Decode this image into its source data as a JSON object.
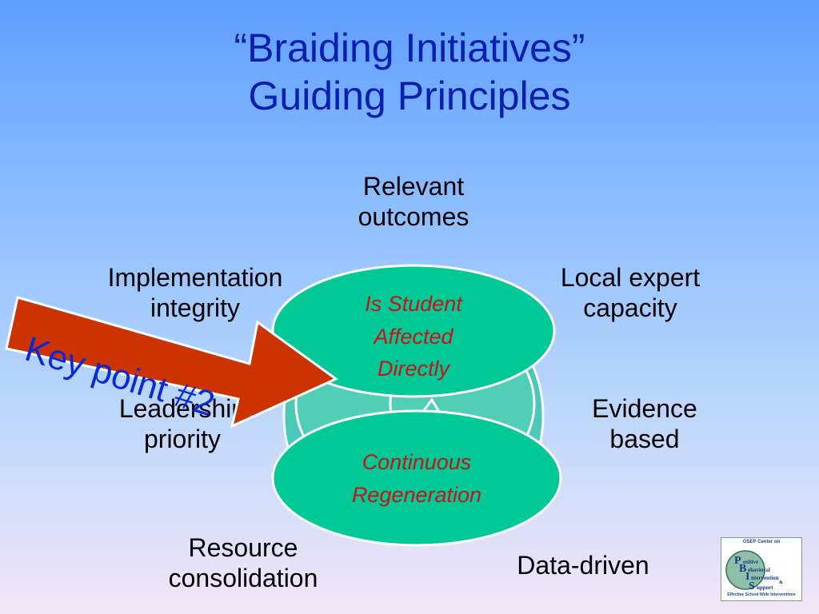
{
  "title": {
    "line1": "“Braiding Initiatives”",
    "line2": "Guiding Principles"
  },
  "labels": {
    "relevant_1": "Relevant",
    "relevant_2": "outcomes",
    "impl_1": "Implementation",
    "impl_2": "integrity",
    "local_1": "Local expert",
    "local_2": "capacity",
    "leader_1": "Leadership",
    "leader_2": "priority",
    "evidence_1": "Evidence",
    "evidence_2": "based",
    "resource_1": "Resource",
    "resource_2": "consolidation",
    "data_driven": "Data-driven"
  },
  "bubbles": {
    "top_1": "Is Student",
    "top_2": "Affected",
    "top_3": "Directly",
    "bottom_1": "Continuous",
    "bottom_2": "Regeneration"
  },
  "callout": {
    "text": "Key point #2"
  },
  "logo": {
    "top_text": "OSEP Center on",
    "letters": [
      "P",
      "B",
      "I",
      "S"
    ],
    "words": [
      "ositive",
      "ehavioral",
      "ntervention",
      "upport"
    ],
    "ampersand": "&",
    "bottom_text": "Effective School-Wide Interventions"
  },
  "colors": {
    "title": "#0a1eb0",
    "bubble_fill": "#00c896",
    "bubble_text": "#c81414",
    "arrow": "#cc3300",
    "callout_text": "#0a2ad8"
  }
}
